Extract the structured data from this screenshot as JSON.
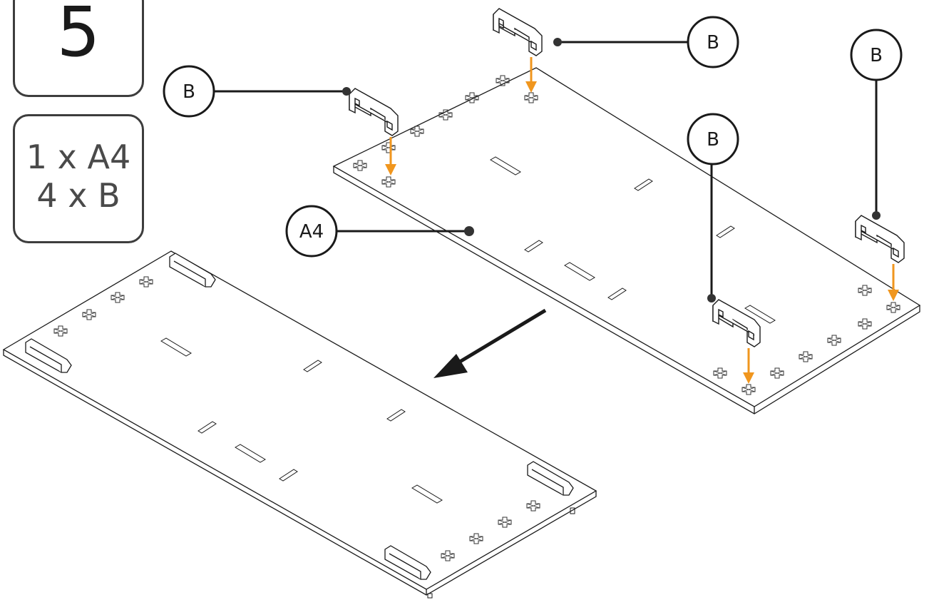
{
  "step": {
    "number": "5"
  },
  "parts_list": [
    "1 x A4",
    "4 x B"
  ],
  "callouts": {
    "b1": "B",
    "b2": "B",
    "b3": "B",
    "b4": "B",
    "a4": "A4"
  },
  "colors": {
    "arrow_accent": "#f0961e",
    "line": "#1a1a1a",
    "box_border": "#3d3d3d"
  }
}
